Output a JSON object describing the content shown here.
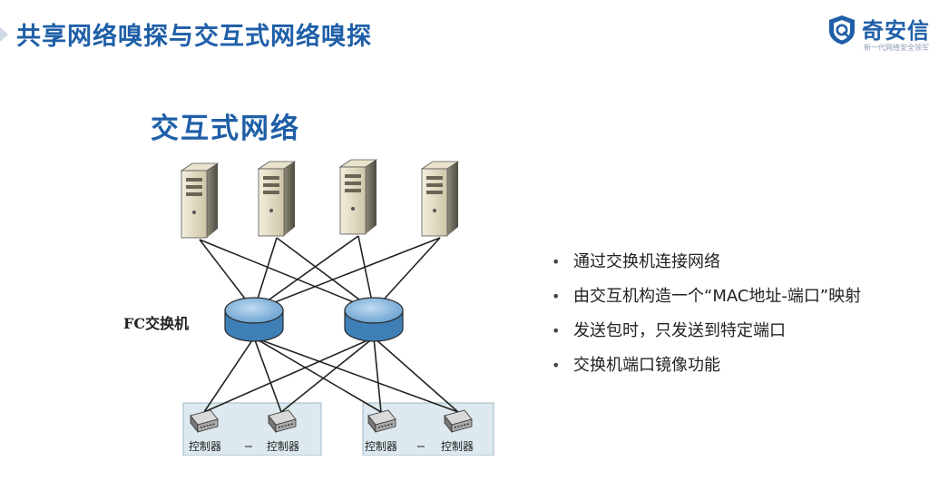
{
  "header": {
    "title": "共享网络嗅探与交互式网络嗅探"
  },
  "logo": {
    "name": "奇安信",
    "slogan": "新一代网络安全领军者",
    "icon": "shield-icon",
    "color": "#1f5fa8"
  },
  "slide": {
    "subtitle": "交互式网络"
  },
  "diagram": {
    "switch_label": "FC交换机",
    "controller_label": "控制器",
    "servers": 4,
    "switches": 2,
    "controllers": 4
  },
  "bullets": [
    "通过交换机连接网络",
    "由交互机构造一个“MAC地址-端口”映射",
    "发送包时，只发送到特定端口",
    "交换机端口镜像功能"
  ],
  "colors": {
    "accent": "#1f5fa8",
    "switch_fill": "#6fa7d6",
    "server_fill": "#e8e0c8",
    "controller_box": "#dde9ef"
  }
}
